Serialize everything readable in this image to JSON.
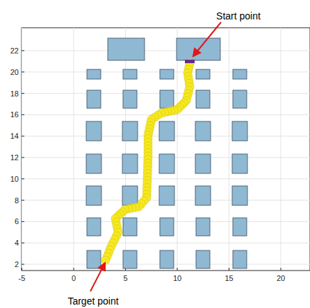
{
  "diagram": {
    "labels": [
      "Start point",
      "Target point",
      "22",
      "20",
      "18",
      "16",
      "14",
      "12",
      "10",
      "8",
      "6",
      "4",
      "2",
      "-5",
      "0",
      "5",
      "10",
      "15",
      "20"
    ]
  }
}
